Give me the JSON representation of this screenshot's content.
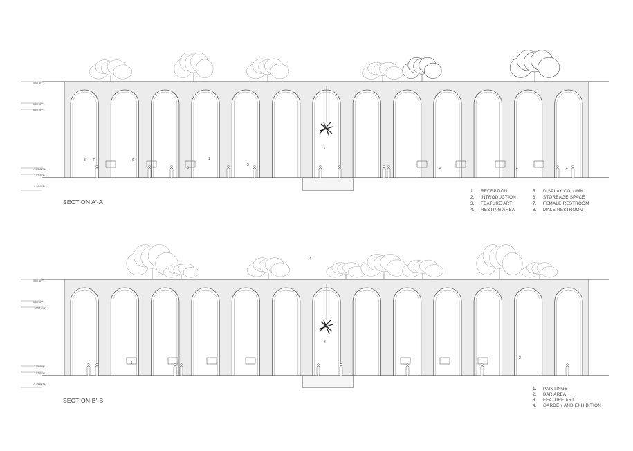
{
  "sections": [
    {
      "id": "a",
      "title": "SECTION A'-A",
      "levels": [
        "0.00 AFFL",
        "6.50 AFFL",
        "6.00 AFFL",
        "-7.25 AFFL",
        "-7.57 AFFL",
        "-9.26 AFFL"
      ],
      "legend": [
        {
          "n": "1.",
          "label": "RECEPTION"
        },
        {
          "n": "2.",
          "label": "INTRODUCTION"
        },
        {
          "n": "3.",
          "label": "FEATURE ART"
        },
        {
          "n": "4.",
          "label": "RESTING AREA"
        },
        {
          "n": "5.",
          "label": "DISPLAY COLUMN"
        },
        {
          "n": "6",
          "label": "STOREAGE SPACE"
        },
        {
          "n": "7.",
          "label": "FEMALE RESTROOM"
        },
        {
          "n": "8.",
          "label": "MALE RESTROOM"
        }
      ],
      "tags": [
        "8",
        "7",
        "6",
        "5",
        "1",
        "2",
        "3",
        "4",
        "4",
        "4"
      ]
    },
    {
      "id": "b",
      "title": "SECTION B'-B",
      "levels": [
        "0.00 AFFL",
        "6.50 AFFL",
        "-10.56 AFFL",
        "-7.25 AFFL",
        "-7.57 AFFL",
        "-9.26 AFFL"
      ],
      "legend": [
        {
          "n": "1.",
          "label": "PAINTINGS"
        },
        {
          "n": "2.",
          "label": "BAR AREA"
        },
        {
          "n": "3.",
          "label": "FEATURE ART"
        },
        {
          "n": "4.",
          "label": "GARDEN AND EXHIBITION"
        }
      ],
      "tags": [
        "1",
        "3",
        "2",
        "4"
      ]
    }
  ],
  "colors": {
    "line": "#5a5a5a",
    "wall": "#ececec",
    "tree": "#b8b8b8"
  }
}
